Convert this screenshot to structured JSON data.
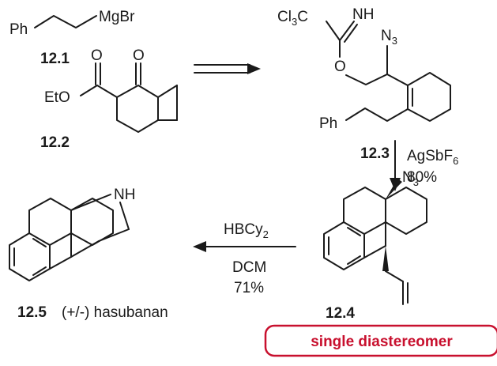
{
  "scheme": {
    "reagent_1": {
      "group": "Ph",
      "label": "MgBr",
      "id": "12.1"
    },
    "reagent_2": {
      "ester": "EtO",
      "id": "12.2"
    },
    "intermediate": {
      "trichloro_prefix": "Cl",
      "trichloro_sub": "3",
      "trichloro_suffix": "C",
      "imine": "NH",
      "oxygen": "O",
      "azide": "N",
      "azide_sub": "3",
      "phenyl": "Ph",
      "id": "12.3"
    },
    "step_rearrangement": {
      "reagent_base": "AgSbF",
      "reagent_sub": "6",
      "yield": "80%"
    },
    "product_12_4": {
      "azide": "N",
      "azide_sub": "3",
      "id": "12.4",
      "badge": "single diastereomer",
      "badge_color": "#c8102e"
    },
    "step_cyclization": {
      "reagent_base": "HBCy",
      "reagent_sub": "2",
      "solvent": "DCM",
      "yield": "71%"
    },
    "product_12_5": {
      "amine": "NH",
      "id": "12.5",
      "name": "(+/-) hasubanan"
    }
  }
}
